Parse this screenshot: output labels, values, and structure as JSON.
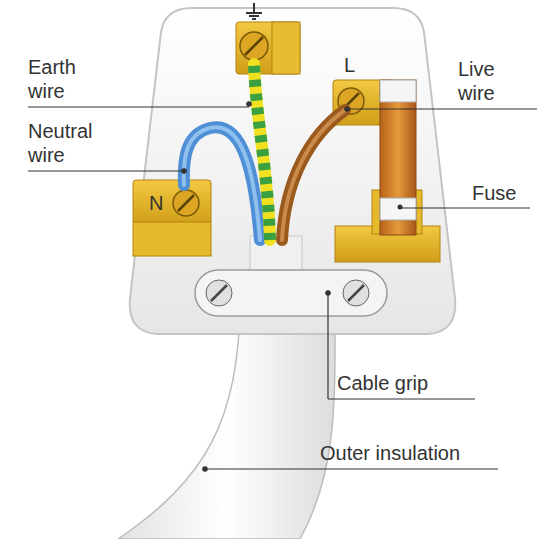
{
  "diagram": {
    "labels": [
      "Earth wire",
      "Neutral wire",
      "Live wire",
      "Fuse",
      "Cable grip",
      "Outer insulation",
      "N",
      "L"
    ]
  }
}
